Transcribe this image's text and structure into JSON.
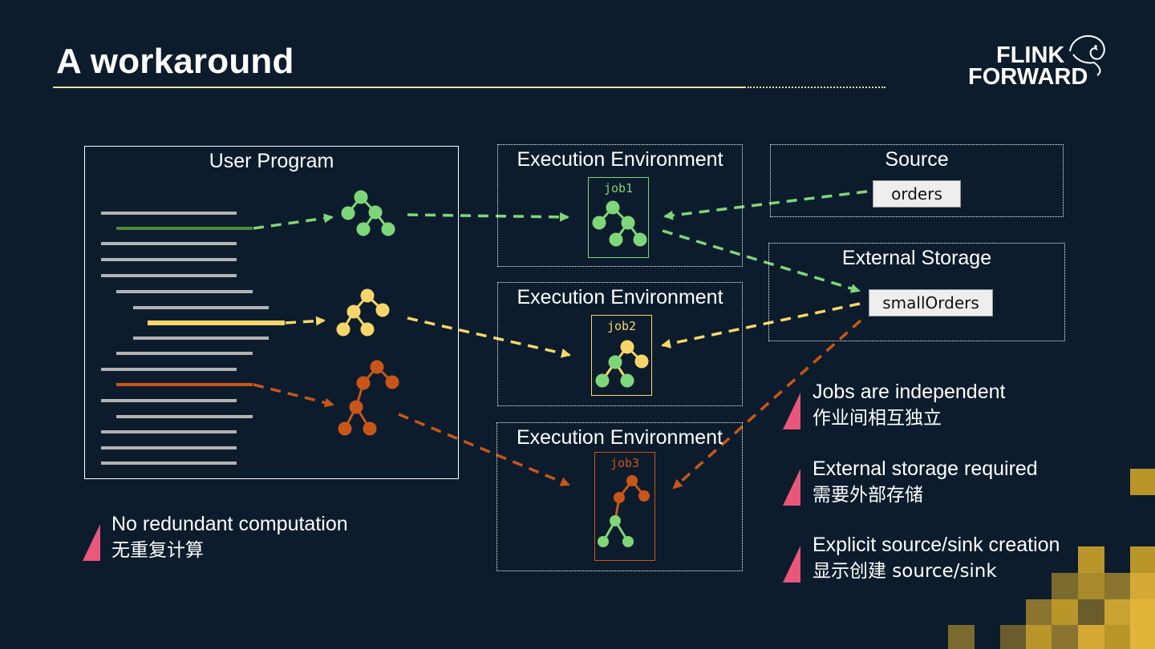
{
  "slide": {
    "title": "A workaround",
    "logo": {
      "line1": "FLINK",
      "line2": "FORWARD"
    }
  },
  "user_program": {
    "title": "User Program"
  },
  "environments": [
    {
      "title": "Execution Environment",
      "job": "job1",
      "color": "#7fd67a"
    },
    {
      "title": "Execution Environment",
      "job": "job2",
      "color": "#f6d66a"
    },
    {
      "title": "Execution Environment",
      "job": "job3",
      "color": "#c8561a"
    }
  ],
  "source": {
    "title": "Source",
    "table": "orders"
  },
  "external_storage": {
    "title": "External Storage",
    "table": "smallOrders"
  },
  "left_bullet": {
    "en": "No redundant computation",
    "cn": "无重复计算"
  },
  "right_bullets": [
    {
      "en": "Jobs are independent",
      "cn": "作业间相互独立"
    },
    {
      "en": "External storage required",
      "cn": "需要外部存储"
    },
    {
      "en": "Explicit source/sink creation",
      "cn": "显示创建 source/sink"
    }
  ],
  "colors": {
    "background": "#0c1c2c",
    "green": "#7fd67a",
    "yellow": "#f6d66a",
    "orange": "#c8561a",
    "bullet": "#e9577b",
    "title_line": "#f0e3a0",
    "gold": "#b8962a"
  }
}
